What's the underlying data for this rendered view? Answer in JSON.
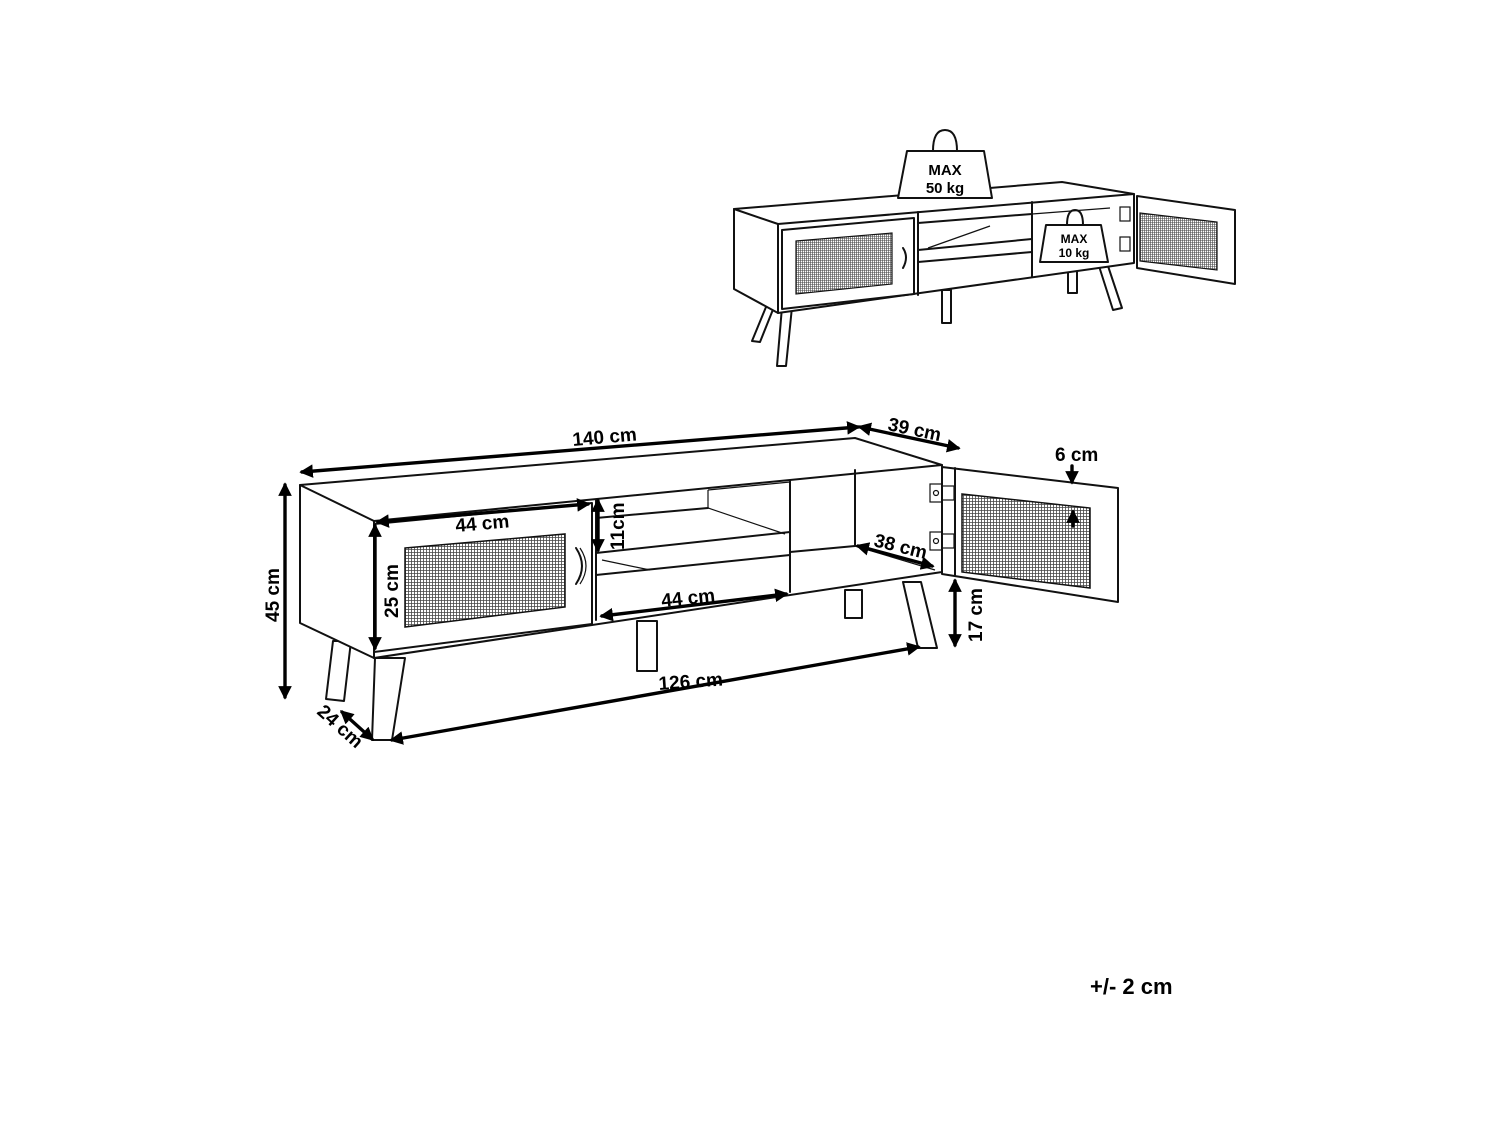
{
  "weight_limits": {
    "top": {
      "line1": "MAX",
      "line2": "50 kg"
    },
    "shelf": {
      "line1": "MAX",
      "line2": "10 kg"
    }
  },
  "dimensions": {
    "overall_width": "140 cm",
    "depth": "39 cm",
    "door_thickness": "6 cm",
    "height": "45 cm",
    "door_width": "44 cm",
    "door_height": "25 cm",
    "shelf_clearance": "11cm",
    "shelf_width": "44 cm",
    "cabinet_depth": "38 cm",
    "leg_height": "17 cm",
    "leg_span": "126 cm",
    "leg_depth_span": "24 cm"
  },
  "tolerance": "+/- 2 cm"
}
